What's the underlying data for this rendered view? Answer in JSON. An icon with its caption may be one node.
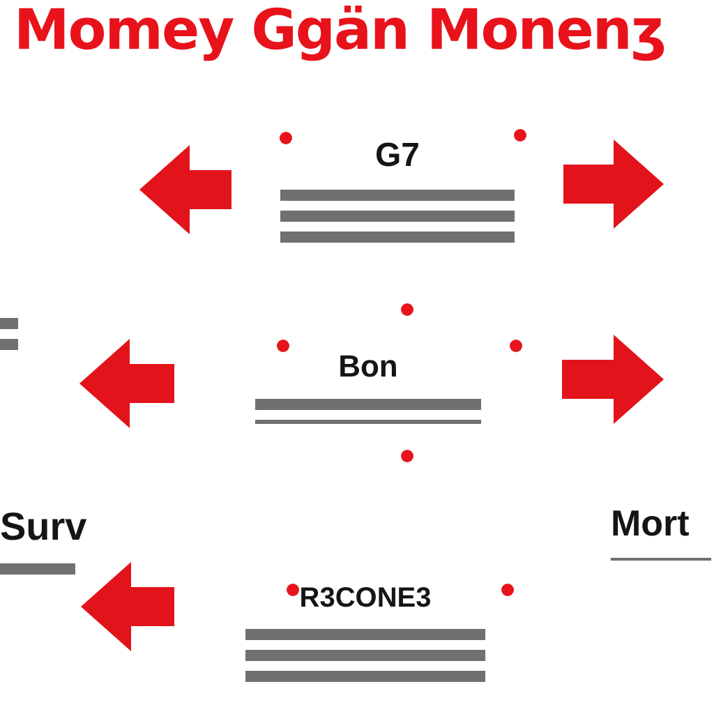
{
  "diagram": {
    "title": "Momey Ggän Monenʒ",
    "nodes": [
      {
        "text": [
          "G7"
        ]
      },
      {
        "text": [
          "Bon"
        ]
      },
      {
        "text": [
          "Surv"
        ]
      },
      {
        "text": [
          "Mort"
        ]
      },
      {
        "text": [
          "R3CONE3"
        ]
      }
    ]
  }
}
